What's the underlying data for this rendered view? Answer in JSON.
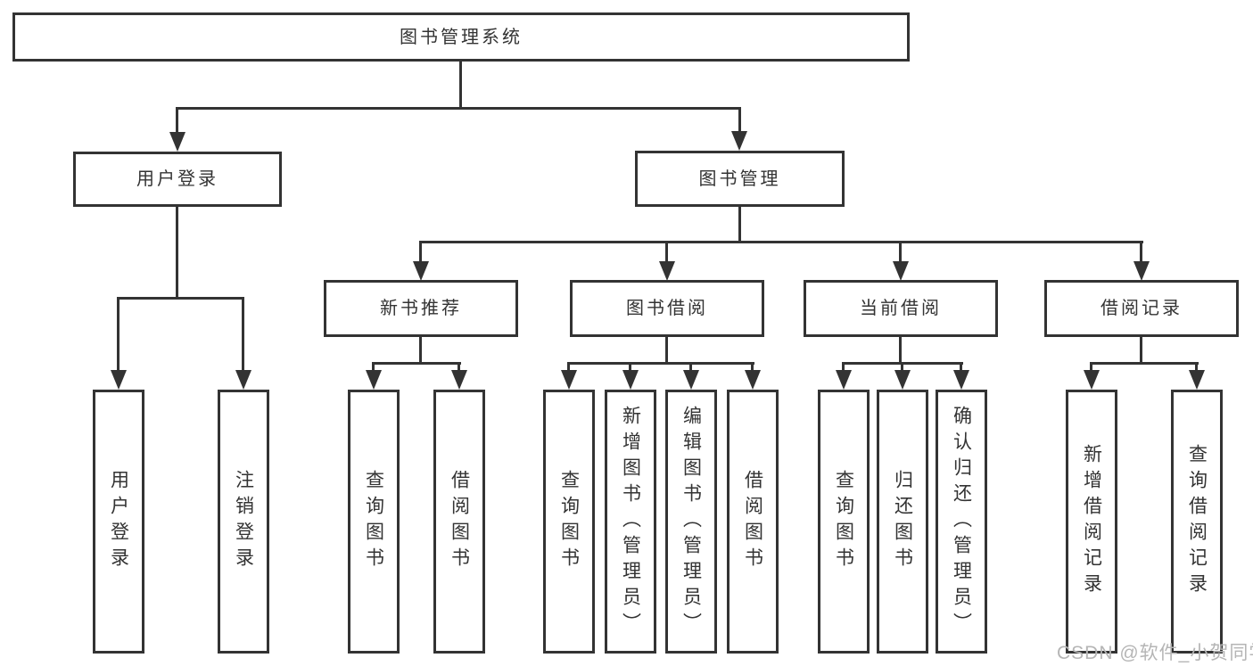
{
  "diagram": {
    "root": {
      "label": "图书管理系统"
    },
    "level2": [
      {
        "label": "用户登录"
      },
      {
        "label": "图书管理"
      }
    ],
    "level3": [
      {
        "label": "新书推荐"
      },
      {
        "label": "图书借阅"
      },
      {
        "label": "当前借阅"
      },
      {
        "label": "借阅记录"
      }
    ],
    "leaves": {
      "user_login": [
        "用户登录",
        "注销登录"
      ],
      "new_book": [
        "查询图书",
        "借阅图书"
      ],
      "book_borrow": [
        "查询图书",
        "新增图书（管理员）",
        "编辑图书（管理员）",
        "借阅图书"
      ],
      "current_borrow": [
        "查询图书",
        "归还图书",
        "确认归还（管理员）"
      ],
      "borrow_records": [
        "新增借阅记录",
        "查询借阅记录"
      ]
    }
  },
  "watermark": "CSDN @软件_小贺同学",
  "colors": {
    "line": "#333333",
    "text": "#333333",
    "bg": "#ffffff",
    "wm": "#b5b5b5"
  }
}
